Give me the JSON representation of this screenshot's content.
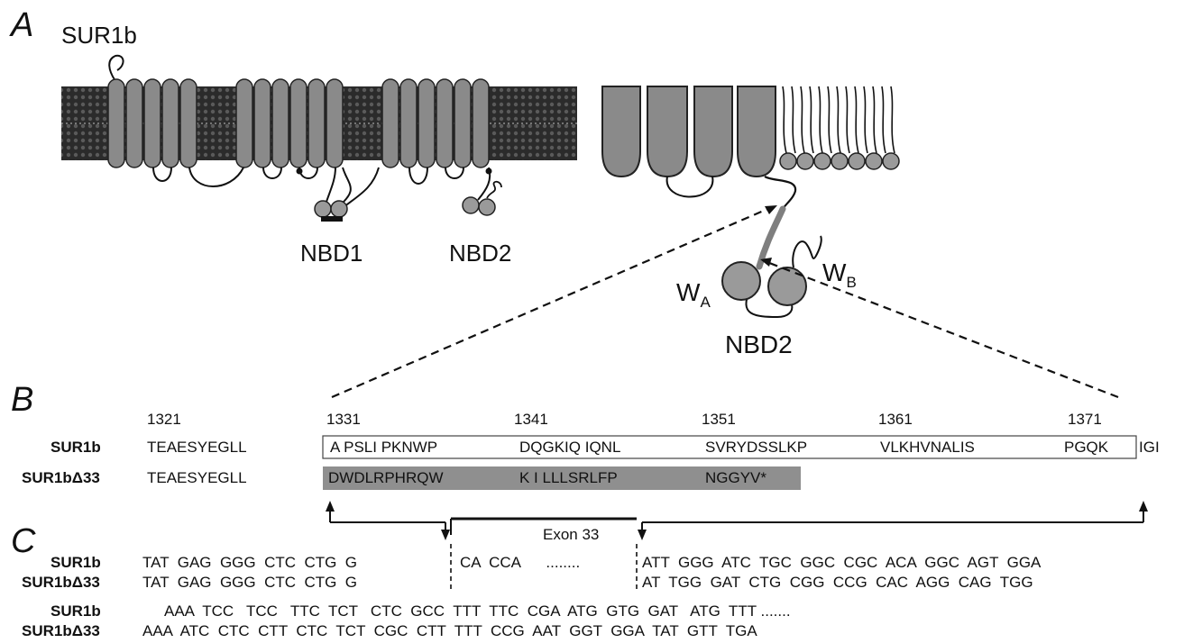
{
  "panels": {
    "a": "A",
    "b": "B",
    "c": "C"
  },
  "panel_a": {
    "protein_name": "SUR1b",
    "nbd1_label": "NBD1",
    "nbd2_label": "NBD2",
    "nbd2_zoom_label": "NBD2",
    "walker_a": "W",
    "walker_a_sub": "A",
    "walker_b": "W",
    "walker_b_sub": "B"
  },
  "panel_b": {
    "positions": [
      "1321",
      "1331",
      "1341",
      "1351",
      "1361",
      "1371"
    ],
    "row1_name": "SUR1b",
    "row1_prefix": "TEAESYEGLL",
    "row1_boxed": [
      "A PSLI PKNWP",
      "DQGKIQ IQNL",
      "SVRYDSSLKP",
      "VLKHVNALIS",
      "PGQK"
    ],
    "row1_tail": "IGI",
    "row2_name": "SUR1bΔ33",
    "row2_prefix": "TEAESYEGLL",
    "row2_boxed": [
      "DWDLRPHRQW",
      "K I LLLSRLFP",
      "NGGYV*"
    ]
  },
  "panel_c": {
    "exon_label": "Exon 33",
    "line1": {
      "name": "SUR1b",
      "left": "TAT  GAG  GGG  CTC  CTG  G",
      "middle": "CA  CCA      ........",
      "right": "ATT  GGG  ATC  TGC  GGC  CGC  ACA  GGC  AGT  GGA"
    },
    "line2": {
      "name": "SUR1bΔ33",
      "left": "TAT  GAG  GGG  CTC  CTG  G",
      "right": "AT  TGG  GAT  CTG  CGG  CCG  CAC  AGG  CAG  TGG"
    },
    "line3": {
      "name": "SUR1b",
      "text": "AAA  TCC   TCC   TTC  TCT   CTC  GCC  TTT  TTC  CGA  ATG  GTG  GAT   ATG  TTT ......."
    },
    "line4": {
      "name": "SUR1bΔ33",
      "text": "AAA  ATC  CTC  CTT  CTC  TCT  CGC  CTT  TTT  CCG  AAT  GGT  GGA  TAT  GTT  TGA"
    }
  },
  "colors": {
    "tm_fill": "#8a8a8a",
    "domain_fill": "#9a9a9a",
    "seq_highlight": "#8f8f8f",
    "ink": "#111111"
  }
}
